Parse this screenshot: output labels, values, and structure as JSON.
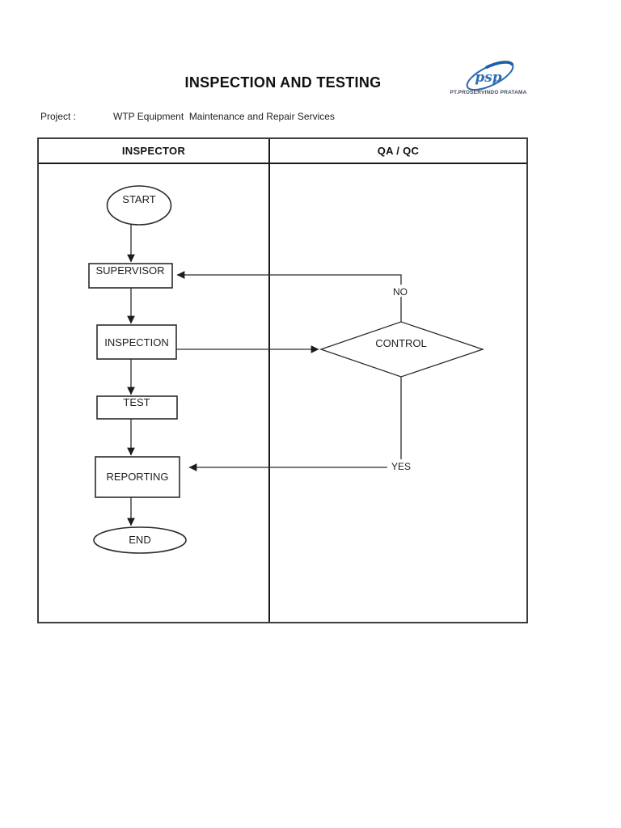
{
  "page": {
    "title": "INSPECTION AND TESTING",
    "project_label": "Project :",
    "project_value": "WTP Equipment  Maintenance and Repair Services"
  },
  "logo": {
    "monogram": "psp",
    "company": "PT.PROSERVINDO PRATAMA",
    "blue": "#2e6cb5",
    "caption_color": "#474d62"
  },
  "table": {
    "columns": [
      "INSPECTOR",
      "QA / QC"
    ]
  },
  "flowchart": {
    "nodes": {
      "start": {
        "type": "terminator",
        "label": "START"
      },
      "supervisor": {
        "type": "process",
        "label": "SUPERVISOR"
      },
      "inspection": {
        "type": "process",
        "label": "INSPECTION"
      },
      "test": {
        "type": "process",
        "label": "TEST"
      },
      "reporting": {
        "type": "process",
        "label": "REPORTING"
      },
      "end": {
        "type": "terminator",
        "label": "END"
      },
      "control": {
        "type": "decision",
        "label": "CONTROL"
      }
    },
    "edges": [
      {
        "from": "start",
        "to": "supervisor",
        "label": ""
      },
      {
        "from": "supervisor",
        "to": "inspection",
        "label": ""
      },
      {
        "from": "inspection",
        "to": "control",
        "label": ""
      },
      {
        "from": "inspection",
        "to": "test",
        "label": ""
      },
      {
        "from": "test",
        "to": "reporting",
        "label": ""
      },
      {
        "from": "control",
        "to": "supervisor",
        "label": "NO"
      },
      {
        "from": "control",
        "to": "reporting",
        "label": "YES"
      },
      {
        "from": "reporting",
        "to": "end",
        "label": ""
      }
    ],
    "labels": {
      "no": "NO",
      "yes": "YES"
    }
  },
  "colors": {
    "line": "#2b2b2b",
    "table_border": "#1a1a1a",
    "text": "#1f1f1f"
  }
}
